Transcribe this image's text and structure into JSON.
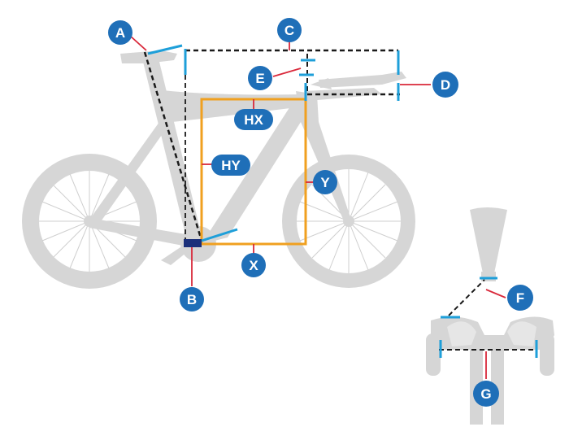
{
  "colors": {
    "bike": "#d6d6d6",
    "badge": "#1f6fb8",
    "leader": "#d9283a",
    "stack_reach_box": "#f0a020",
    "measure_tick": "#1e9fd9",
    "dashed_line": "#1a1a1a",
    "bb_marker": "#1b2f7a"
  },
  "labels": {
    "A": "A",
    "B": "B",
    "C": "C",
    "D": "D",
    "E": "E",
    "F": "F",
    "G": "G",
    "HX": "HX",
    "HY": "HY",
    "X": "X",
    "Y": "Y"
  }
}
